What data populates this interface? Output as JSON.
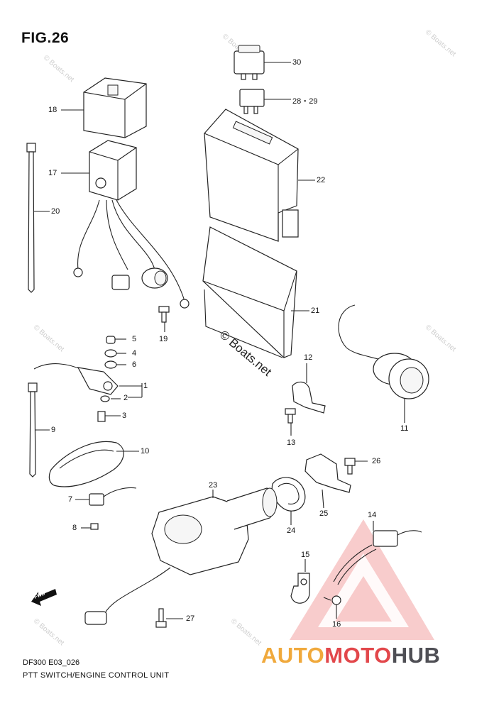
{
  "figure": {
    "title": "FIG.26",
    "code": "DF300 E03_026",
    "name": "PTT SWITCH/ENGINE CONTROL UNIT"
  },
  "callouts": [
    {
      "id": "c30",
      "text": "30"
    },
    {
      "id": "c28",
      "text": "28・29"
    },
    {
      "id": "c18",
      "text": "18"
    },
    {
      "id": "c17",
      "text": "17"
    },
    {
      "id": "c22",
      "text": "22"
    },
    {
      "id": "c20",
      "text": "20"
    },
    {
      "id": "c21",
      "text": "21"
    },
    {
      "id": "c19",
      "text": "19"
    },
    {
      "id": "c5",
      "text": "5"
    },
    {
      "id": "c4",
      "text": "4"
    },
    {
      "id": "c6",
      "text": "6"
    },
    {
      "id": "c1",
      "text": "1"
    },
    {
      "id": "c2",
      "text": "2"
    },
    {
      "id": "c3",
      "text": "3"
    },
    {
      "id": "c12",
      "text": "12"
    },
    {
      "id": "c11",
      "text": "11"
    },
    {
      "id": "c13",
      "text": "13"
    },
    {
      "id": "c9",
      "text": "9"
    },
    {
      "id": "c10",
      "text": "10"
    },
    {
      "id": "c26",
      "text": "26"
    },
    {
      "id": "c23",
      "text": "23"
    },
    {
      "id": "c7",
      "text": "7"
    },
    {
      "id": "c8",
      "text": "8"
    },
    {
      "id": "c24",
      "text": "24"
    },
    {
      "id": "c25",
      "text": "25"
    },
    {
      "id": "c14",
      "text": "14"
    },
    {
      "id": "c15",
      "text": "15"
    },
    {
      "id": "c16",
      "text": "16"
    },
    {
      "id": "c27",
      "text": "27"
    }
  ],
  "watermark": {
    "small": "© Boats.net",
    "main": "© Boats.net"
  },
  "direction_label": "FWD",
  "brand": {
    "part1": "AUTO",
    "part2": "MOTO",
    "part3": "HUB",
    "colors": {
      "part1": "#f0a93c",
      "part2": "#e2474b",
      "part3": "#4f4f55"
    }
  }
}
